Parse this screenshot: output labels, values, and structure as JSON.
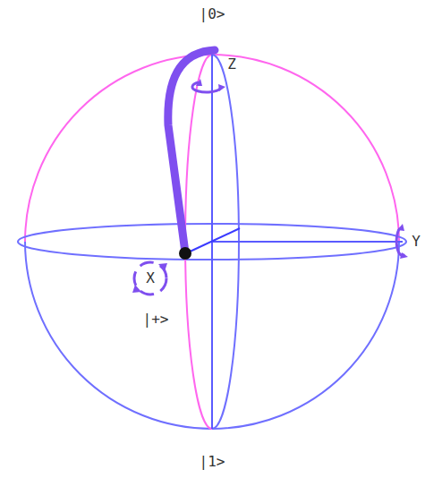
{
  "diagram": {
    "labels": [
      "|0>",
      "Z",
      "Y",
      "X",
      "|+>",
      "|1>"
    ]
  }
}
